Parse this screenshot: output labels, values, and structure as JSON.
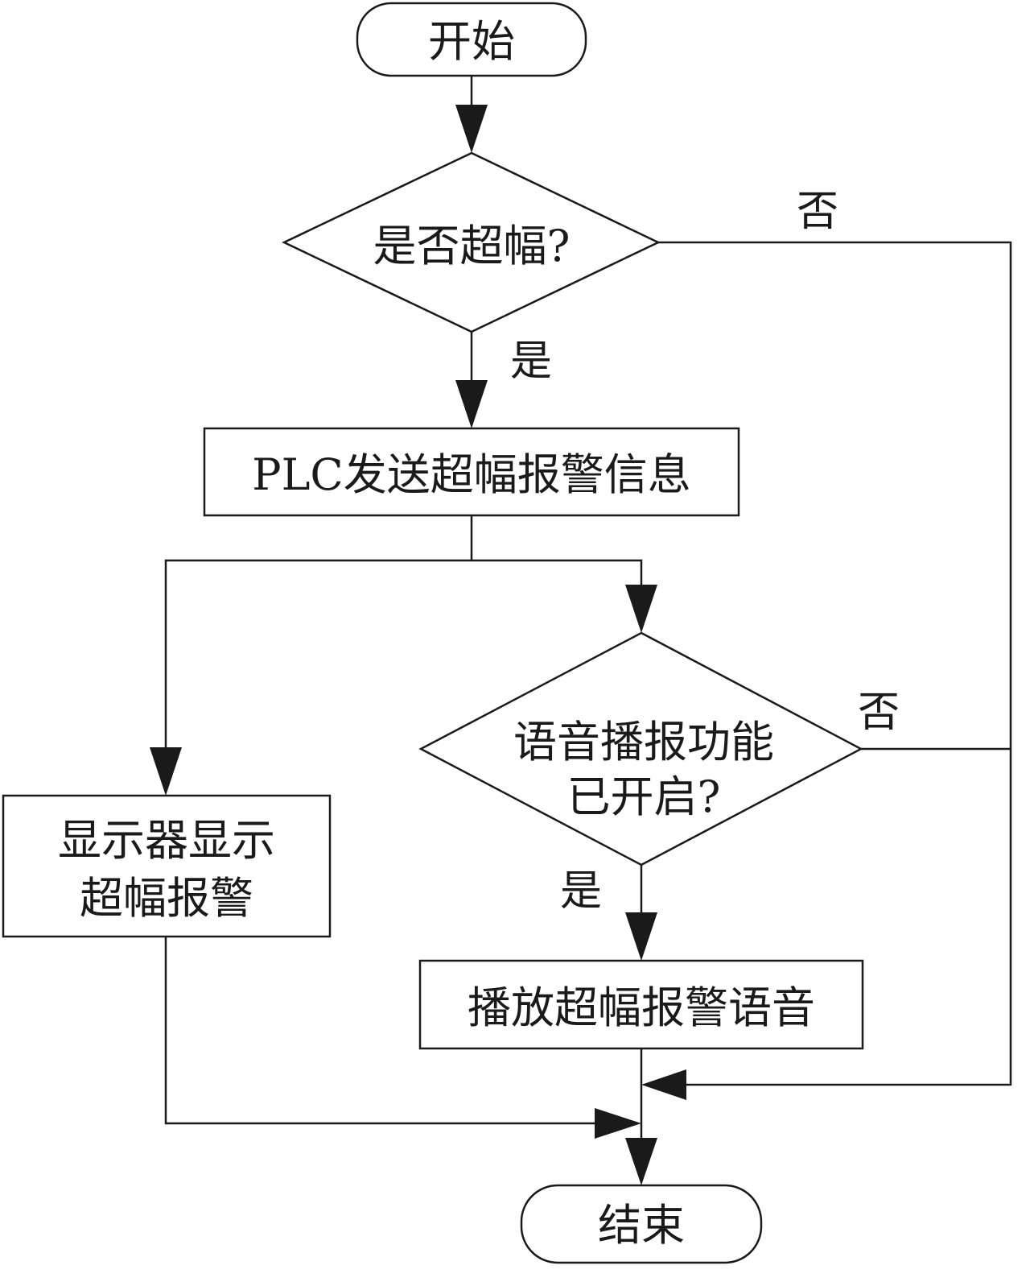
{
  "nodes": {
    "start": "开始",
    "decision_overrange": "是否超幅?",
    "plc_send": "PLC发送超幅报警信息",
    "display_line1": "显示器显示",
    "display_line2": "超幅报警",
    "decision_voice_line1": "语音播报功能",
    "decision_voice_line2": "已开启?",
    "play_voice": "播放超幅报警语音",
    "end": "结束"
  },
  "labels": {
    "overrange_no": "否",
    "overrange_yes": "是",
    "voice_no": "否",
    "voice_yes": "是"
  }
}
